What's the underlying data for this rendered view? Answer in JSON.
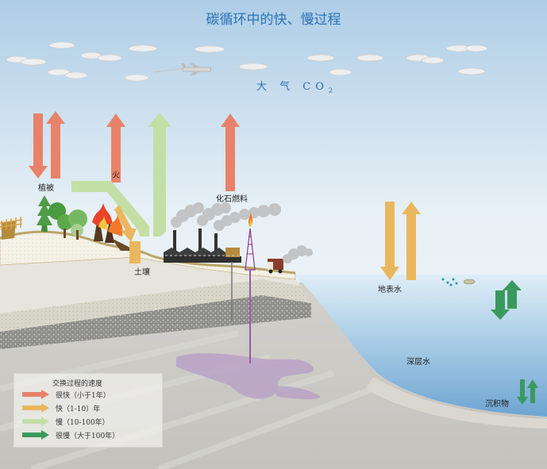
{
  "title": "碳循环中的快、慢过程",
  "atmosphere": {
    "label": "大 气 CO",
    "subscript": "2"
  },
  "labels": {
    "vegetation": "植被",
    "fire": "火",
    "soil": "土壤",
    "fossil_fuel": "化石燃料",
    "surface_water": "地表水",
    "deep_water": "深层水",
    "sediment": "沉积物"
  },
  "legend": {
    "title": "交换过程的速度",
    "items": [
      {
        "label": "很快（小于1年）",
        "color": "#e8826a"
      },
      {
        "label": "快（1-10）年",
        "color": "#eab75e"
      },
      {
        "label": "慢（10-100年）",
        "color": "#c3dfa6"
      },
      {
        "label": "很慢（大于100年）",
        "color": "#3a9a5e"
      }
    ]
  },
  "colors": {
    "very_fast": "#e8826a",
    "fast": "#eab75e",
    "slow": "#c3dfa6",
    "very_slow": "#3a9a5e",
    "title": "#2b72b8",
    "ocean": "#7fb1d6",
    "oil": "#b8a2c6"
  }
}
